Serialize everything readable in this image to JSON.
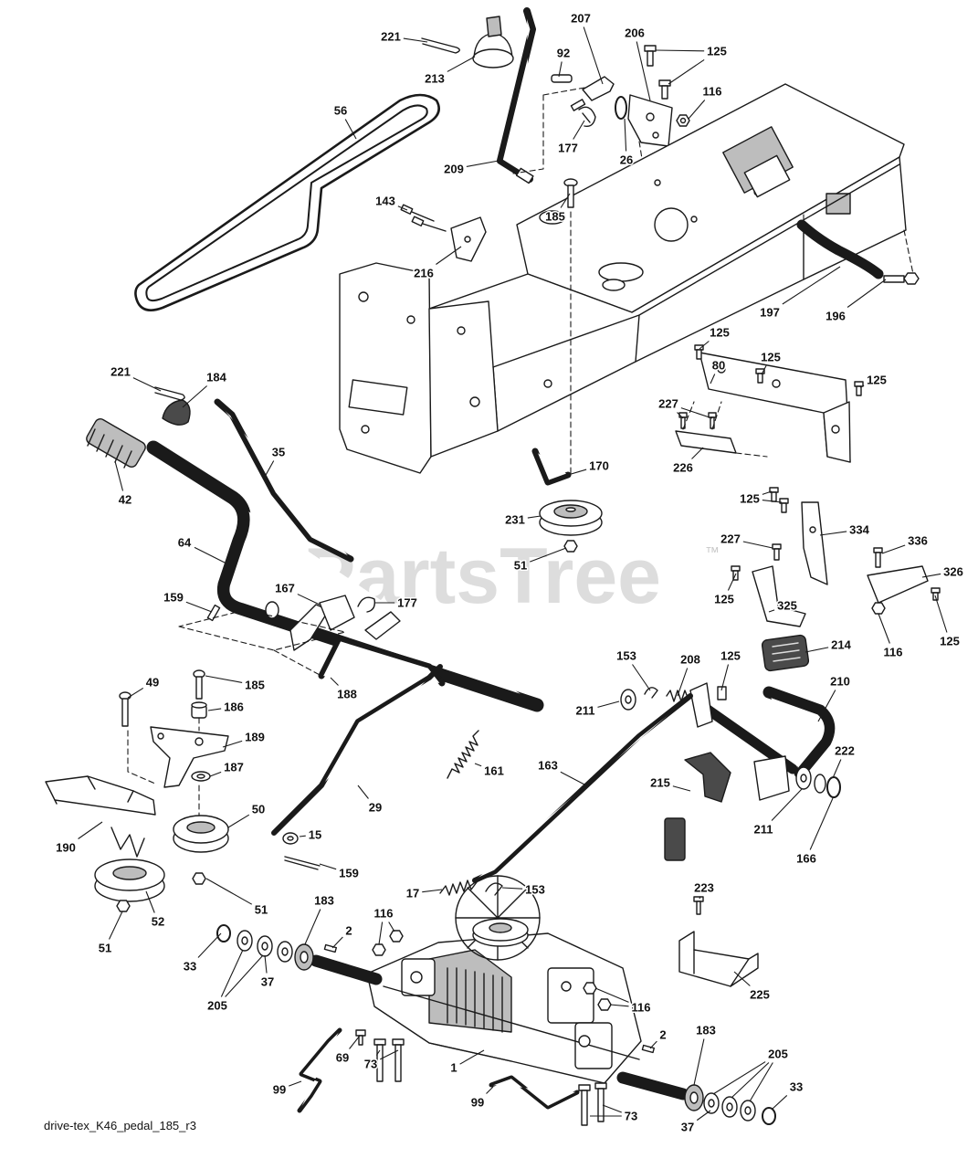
{
  "diagram": {
    "caption": "drive-tex_K46_pedal_185_r3",
    "watermark": "PartsTree",
    "watermark_tm": "™"
  },
  "colors": {
    "line": "#1a1a1a",
    "background": "#ffffff",
    "watermark": "#c8c8c8"
  },
  "callouts": [
    "221",
    "213",
    "207",
    "206",
    "125",
    "92",
    "116",
    "56",
    "177",
    "26",
    "209",
    "185",
    "143",
    "216",
    "197",
    "196",
    "125",
    "80",
    "125",
    "125",
    "227",
    "221",
    "184",
    "35",
    "42",
    "170",
    "226",
    "125",
    "334",
    "227",
    "336",
    "231",
    "64",
    "51",
    "326",
    "167",
    "177",
    "159",
    "125",
    "325",
    "116",
    "125",
    "214",
    "153",
    "208",
    "125",
    "210",
    "49",
    "185",
    "186",
    "189",
    "188",
    "211",
    "222",
    "161",
    "163",
    "187",
    "215",
    "29",
    "50",
    "211",
    "166",
    "15",
    "190",
    "159",
    "223",
    "17",
    "153",
    "183",
    "51",
    "52",
    "51",
    "116",
    "2",
    "33",
    "37",
    "205",
    "225",
    "116",
    "2",
    "183",
    "205",
    "33",
    "69",
    "73",
    "1",
    "99",
    "99",
    "73",
    "37"
  ]
}
